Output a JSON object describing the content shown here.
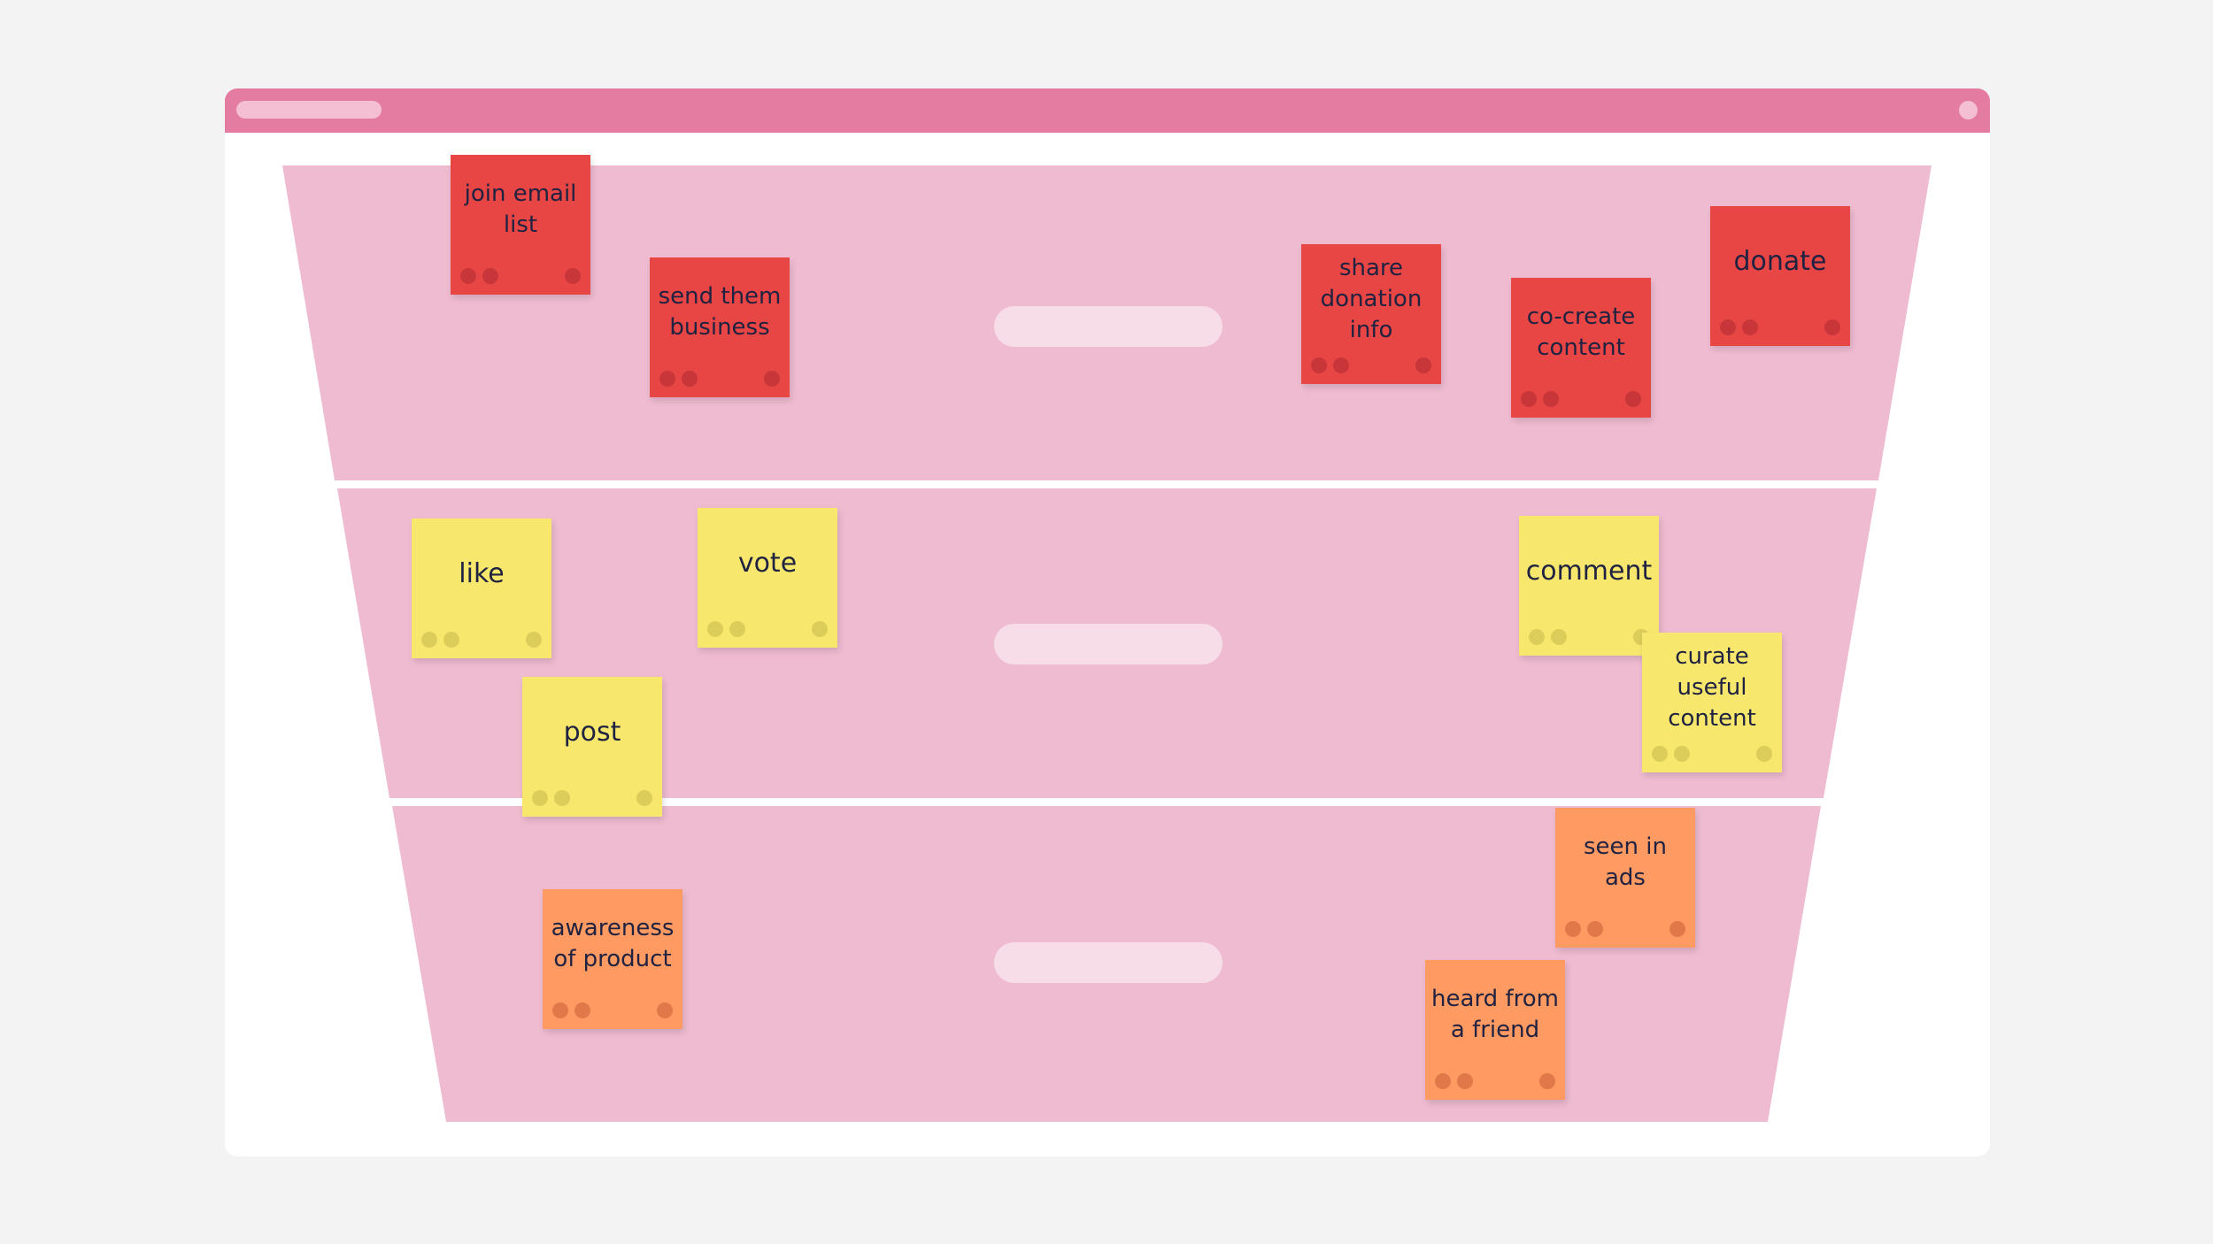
{
  "colors": {
    "background": "#f3f3f3",
    "window": "#ffffff",
    "titlebar": "#e47ba0",
    "funnel_fill": "#efbbd1",
    "stage_label_placeholder": "#f7dde7",
    "note_red": "#e84545",
    "note_yellow": "#f7e86d",
    "note_orange": "#ff9a62",
    "note_text": "#1f2240"
  },
  "funnel": {
    "stages": [
      {
        "color": "red",
        "notes": [
          {
            "label": "join email list"
          },
          {
            "label": "send them business"
          },
          {
            "label": "share donation info"
          },
          {
            "label": "co-create content"
          },
          {
            "label": "donate"
          }
        ]
      },
      {
        "color": "yellow",
        "notes": [
          {
            "label": "like"
          },
          {
            "label": "vote"
          },
          {
            "label": "post"
          },
          {
            "label": "comment"
          },
          {
            "label": "curate useful content"
          }
        ]
      },
      {
        "color": "orange",
        "notes": [
          {
            "label": "awareness of product"
          },
          {
            "label": "seen in ads"
          },
          {
            "label": "heard from a friend"
          }
        ]
      }
    ]
  }
}
